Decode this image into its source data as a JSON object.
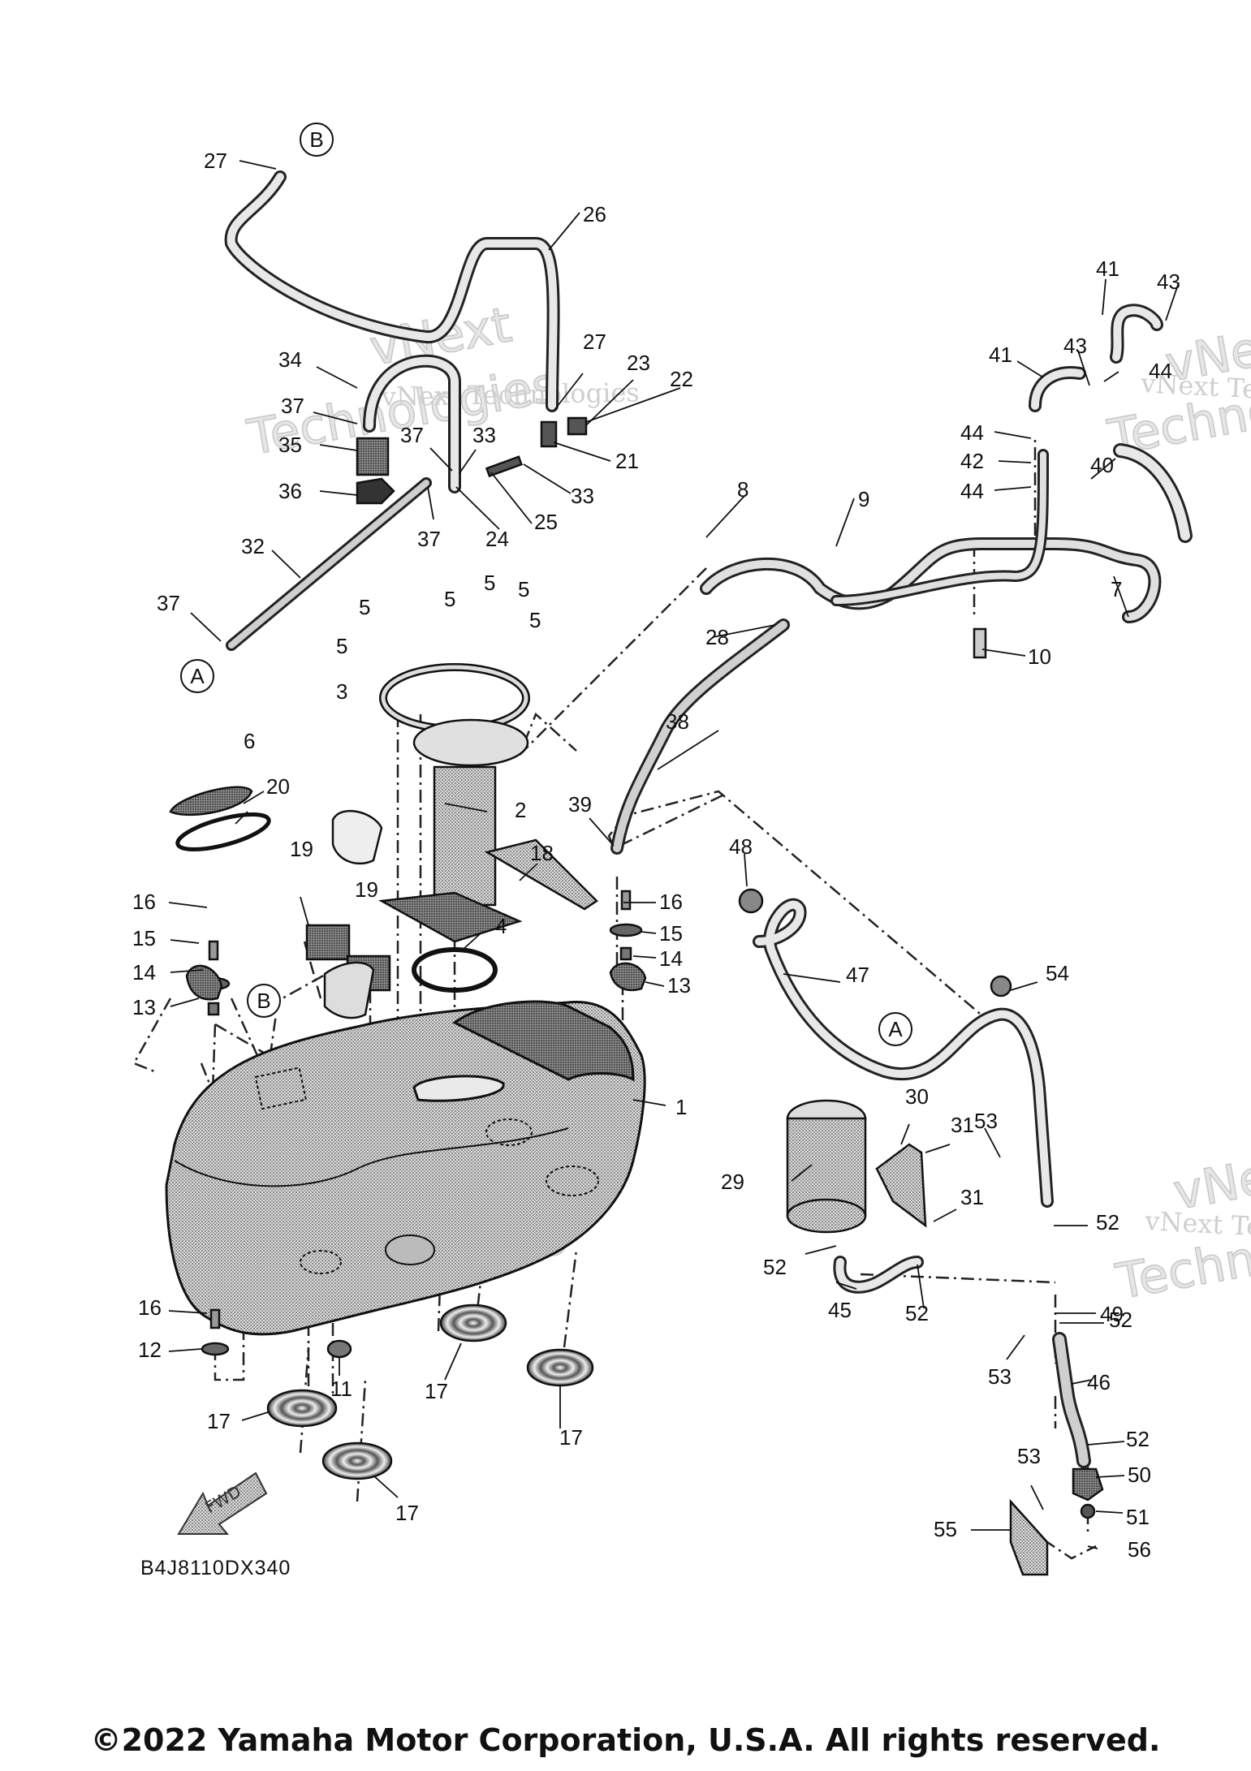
{
  "diagram": {
    "part_callouts": [
      "1",
      "2",
      "3",
      "4",
      "5",
      "6",
      "7",
      "8",
      "9",
      "10",
      "11",
      "12",
      "13",
      "14",
      "15",
      "16",
      "17",
      "18",
      "19",
      "20",
      "21",
      "22",
      "23",
      "24",
      "25",
      "26",
      "27",
      "28",
      "29",
      "30",
      "31",
      "32",
      "33",
      "34",
      "35",
      "36",
      "37",
      "38",
      "39",
      "40",
      "41",
      "42",
      "43",
      "44",
      "45",
      "46",
      "47",
      "48",
      "49",
      "50",
      "51",
      "52",
      "53",
      "54",
      "55",
      "56"
    ],
    "connector_a": "A",
    "connector_b": "B",
    "fwd_label": "FWD",
    "diagram_code": "B4J8110DX340",
    "watermark_company": "vNext Technologies",
    "watermark_vnext": "vNext",
    "watermark_tech": "Technologies"
  },
  "copyright": "©2022 Yamaha Motor Corporation, U.S.A. All rights reserved."
}
